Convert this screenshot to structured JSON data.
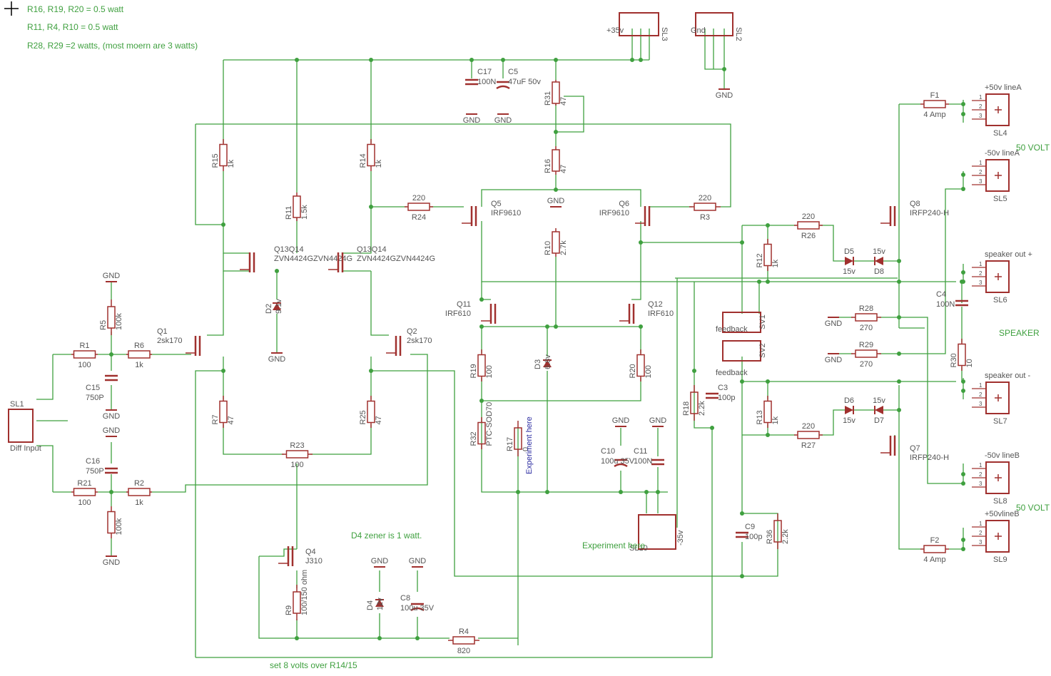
{
  "notes": {
    "n1": "R16, R19, R20 = 0.5 watt",
    "n2": "R11, R4, R10 = 0.5 watt",
    "n3": "R28, R29 =2 watts, (most moern are 3 watts)",
    "zener": "D4 zener is 1 watt.",
    "set": "set 8 volts over R14/15",
    "experiment": "Experiment here",
    "v50a": "50 VOLT",
    "v50b": "50 VOLT",
    "speaker": "SPEAKER"
  },
  "colors": {
    "wire": "#3fa03f",
    "part": "#a0302e",
    "junction": "#3fa03f",
    "text": "#555555"
  },
  "parts": [
    {
      "id": "R15",
      "name": "R15",
      "value": "1k"
    },
    {
      "id": "R14",
      "name": "R14",
      "value": "1k"
    },
    {
      "id": "R11",
      "name": "R11",
      "value": "1.5k"
    },
    {
      "id": "R24",
      "name": "R24",
      "value": "220"
    },
    {
      "id": "R3",
      "name": "R3",
      "value": "220"
    },
    {
      "id": "R16",
      "name": "R16",
      "value": "47"
    },
    {
      "id": "R10",
      "name": "R10",
      "value": "2.7k"
    },
    {
      "id": "R31",
      "name": "R31",
      "value": "47"
    },
    {
      "id": "R5",
      "name": "R5",
      "value": "100k"
    },
    {
      "id": "R1",
      "name": "R1",
      "value": "100"
    },
    {
      "id": "R6",
      "name": "R6",
      "value": "1k"
    },
    {
      "id": "R21",
      "name": "R21",
      "value": "100"
    },
    {
      "id": "R2",
      "name": "R2",
      "value": "1k"
    },
    {
      "id": "R8",
      "name": "",
      "value": "100k"
    },
    {
      "id": "R7",
      "name": "R7",
      "value": "47"
    },
    {
      "id": "R25",
      "name": "R25",
      "value": "47"
    },
    {
      "id": "R23",
      "name": "R23",
      "value": "100"
    },
    {
      "id": "R19",
      "name": "R19",
      "value": "100"
    },
    {
      "id": "R20",
      "name": "R20",
      "value": "100"
    },
    {
      "id": "R17",
      "name": "R17",
      "value": "0"
    },
    {
      "id": "R9",
      "name": "R9",
      "value": "100/150 ohm"
    },
    {
      "id": "R4",
      "name": "R4",
      "value": "820"
    },
    {
      "id": "R26",
      "name": "R26",
      "value": "220"
    },
    {
      "id": "R27",
      "name": "R27",
      "value": "220"
    },
    {
      "id": "R12",
      "name": "R12",
      "value": "1k"
    },
    {
      "id": "R13",
      "name": "R13",
      "value": "1k"
    },
    {
      "id": "R18",
      "name": "R18",
      "value": "2.2k"
    },
    {
      "id": "R36",
      "name": "R36",
      "value": "2.2k"
    },
    {
      "id": "R28",
      "name": "R28",
      "value": "270"
    },
    {
      "id": "R29",
      "name": "R29",
      "value": "270"
    },
    {
      "id": "R30",
      "name": "R30",
      "value": "10"
    },
    {
      "id": "C17",
      "name": "C17",
      "value": "100N"
    },
    {
      "id": "C5",
      "name": "C5",
      "value": "47uF 50v"
    },
    {
      "id": "C15",
      "name": "C15",
      "value": "750P"
    },
    {
      "id": "C16",
      "name": "C16",
      "value": "750P"
    },
    {
      "id": "C10",
      "name": "C10",
      "value": "100u 35V"
    },
    {
      "id": "C11",
      "name": "C11",
      "value": "100N"
    },
    {
      "id": "C8",
      "name": "C8",
      "value": "100u 35V"
    },
    {
      "id": "C3",
      "name": "C3",
      "value": "100p"
    },
    {
      "id": "C9",
      "name": "C9",
      "value": "100p"
    },
    {
      "id": "C4",
      "name": "C4",
      "value": "100N"
    },
    {
      "id": "Q1",
      "name": "Q1",
      "value": "2sk170"
    },
    {
      "id": "Q2",
      "name": "Q2",
      "value": "2sk170"
    },
    {
      "id": "Q13",
      "name": "Q13Q14",
      "value": "ZVN4424GZVN4424G"
    },
    {
      "id": "Q5",
      "name": "Q5",
      "value": "IRF9610"
    },
    {
      "id": "Q6",
      "name": "Q6",
      "value": "IRF9610"
    },
    {
      "id": "Q11",
      "name": "Q11",
      "value": "IRF610"
    },
    {
      "id": "Q12",
      "name": "Q12",
      "value": "IRF610"
    },
    {
      "id": "Q4",
      "name": "Q4",
      "value": "J310"
    },
    {
      "id": "Q8",
      "name": "Q8",
      "value": "IRFP240-H"
    },
    {
      "id": "Q7",
      "name": "Q7",
      "value": "IRFP240-H"
    },
    {
      "id": "D2",
      "name": "D2",
      "value": "9.1v"
    },
    {
      "id": "D3",
      "name": "D3",
      "value": "6.8v"
    },
    {
      "id": "D4",
      "name": "D4",
      "value": "12v"
    },
    {
      "id": "D5",
      "name": "D5",
      "value": "15v"
    },
    {
      "id": "D8",
      "name": "D8",
      "value": "15v"
    },
    {
      "id": "D6",
      "name": "D6",
      "value": "15v"
    },
    {
      "id": "D7",
      "name": "D7",
      "value": "15v"
    },
    {
      "id": "R32",
      "name": "R32",
      "value": "PTC-SOD70"
    },
    {
      "id": "F1",
      "name": "F1",
      "value": "4 Amp"
    },
    {
      "id": "F2",
      "name": "F2",
      "value": "4 Amp"
    },
    {
      "id": "SL1",
      "name": "SL1",
      "value": "Diff Input"
    },
    {
      "id": "SL2",
      "name": "SL2",
      "value": "Gnd"
    },
    {
      "id": "SL3",
      "name": "SL3",
      "value": "+35v"
    },
    {
      "id": "SL10",
      "name": "SL10",
      "value": "-35v"
    },
    {
      "id": "SL4",
      "name": "SL4",
      "value": "+50v lineA"
    },
    {
      "id": "SL5",
      "name": "SL5",
      "value": "-50v lineA"
    },
    {
      "id": "SL6",
      "name": "SL6",
      "value": "speaker out +"
    },
    {
      "id": "SL7",
      "name": "SL7",
      "value": "speaker out -"
    },
    {
      "id": "SL8",
      "name": "SL8",
      "value": "-50v lineB"
    },
    {
      "id": "SL9",
      "name": "SL9",
      "value": "+50vlineB"
    },
    {
      "id": "SV1",
      "name": "SV1",
      "value": "feedback"
    },
    {
      "id": "SV2",
      "name": "SV2",
      "value": "feedback"
    }
  ],
  "gnd_label": "GND"
}
